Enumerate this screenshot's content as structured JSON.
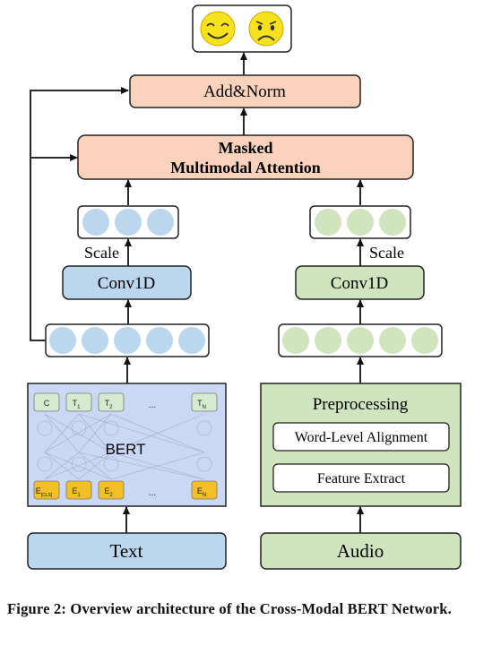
{
  "output": {
    "happy_icon": "smiling-face-icon",
    "sad_icon": "frowning-face-icon"
  },
  "blocks": {
    "add_norm": "Add&Norm",
    "masked_attention_line1": "Masked",
    "masked_attention_line2": "Multimodal Attention",
    "conv_text": "Conv1D",
    "conv_audio": "Conv1D",
    "scale_text": "Scale",
    "scale_audio": "Scale",
    "bert_label": "BERT",
    "preprocessing": "Preprocessing",
    "word_alignment": "Word-Level Alignment",
    "feature_extract": "Feature Extract",
    "input_text": "Text",
    "input_audio": "Audio"
  },
  "bert_tokens": {
    "top": [
      {
        "main": "C",
        "sub": ""
      },
      {
        "main": "T",
        "sub": "1"
      },
      {
        "main": "T",
        "sub": "2"
      },
      {
        "main": "...",
        "sub": ""
      },
      {
        "main": "T",
        "sub": "N"
      }
    ],
    "bottom": [
      {
        "main": "E",
        "sub": "[CLS]"
      },
      {
        "main": "E",
        "sub": "1"
      },
      {
        "main": "E",
        "sub": "2"
      },
      {
        "main": "...",
        "sub": ""
      },
      {
        "main": "E",
        "sub": "N"
      }
    ]
  },
  "colors": {
    "orange": "#fbd3bd",
    "blue": "#bcd6ee",
    "green": "#cfe4bf",
    "bert_bg": "#cbd8f4",
    "token_top": "#d5ead0",
    "token_bottom": "#f2bf26"
  },
  "caption": "Figure 2: Overview architecture of the Cross-Modal BERT Network."
}
